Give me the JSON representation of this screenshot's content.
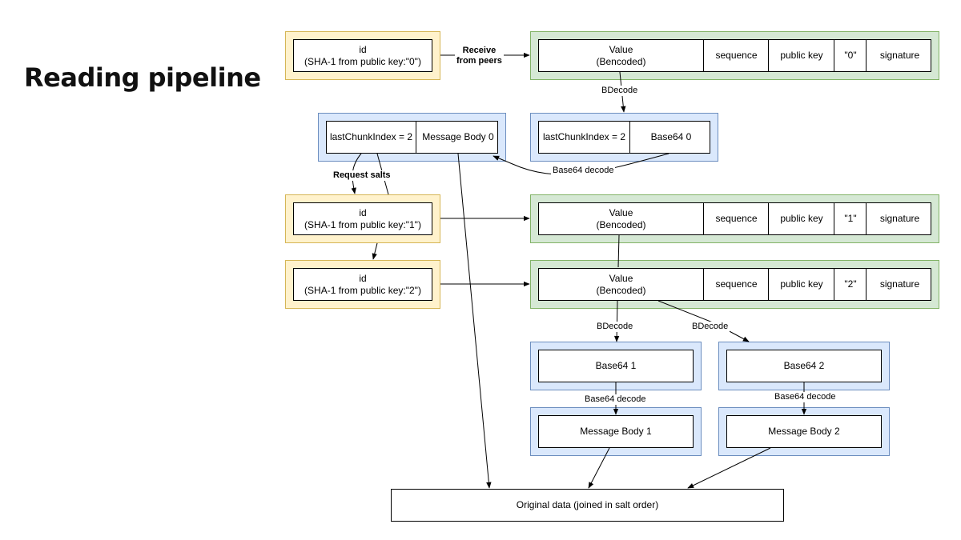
{
  "title": "Reading pipeline",
  "id0": {
    "label": "id",
    "sub": "(SHA-1 from public key:\"0\")"
  },
  "id1": {
    "label": "id",
    "sub": "(SHA-1 from public key:\"1\")"
  },
  "id2": {
    "label": "id",
    "sub": "(SHA-1 from public key:\"2\")"
  },
  "rec0": {
    "value": "Value",
    "value_sub": "(Bencoded)",
    "sequence": "sequence",
    "pubkey": "public key",
    "salt": "\"0\"",
    "signature": "signature"
  },
  "rec1": {
    "value": "Value",
    "value_sub": "(Bencoded)",
    "sequence": "sequence",
    "pubkey": "public key",
    "salt": "\"1\"",
    "signature": "signature"
  },
  "rec2": {
    "value": "Value",
    "value_sub": "(Bencoded)",
    "sequence": "sequence",
    "pubkey": "public key",
    "salt": "\"2\"",
    "signature": "signature"
  },
  "chunk0": {
    "index": "lastChunkIndex = 2",
    "base64": "Base64 0"
  },
  "msg0": {
    "index": "lastChunkIndex = 2",
    "body": "Message Body 0"
  },
  "b64_1": "Base64 1",
  "b64_2": "Base64 2",
  "body1": "Message Body 1",
  "body2": "Message Body 2",
  "original": "Original data (joined in salt order)",
  "edges": {
    "receive": "Receive\nfrom peers",
    "bdecode0": "BDecode",
    "base64decode0": "Base64 decode",
    "request_salts": "Request salts",
    "bdecode1": "BDecode",
    "bdecode2": "BDecode",
    "base64decode1": "Base64 decode",
    "base64decode2": "Base64 decode"
  }
}
